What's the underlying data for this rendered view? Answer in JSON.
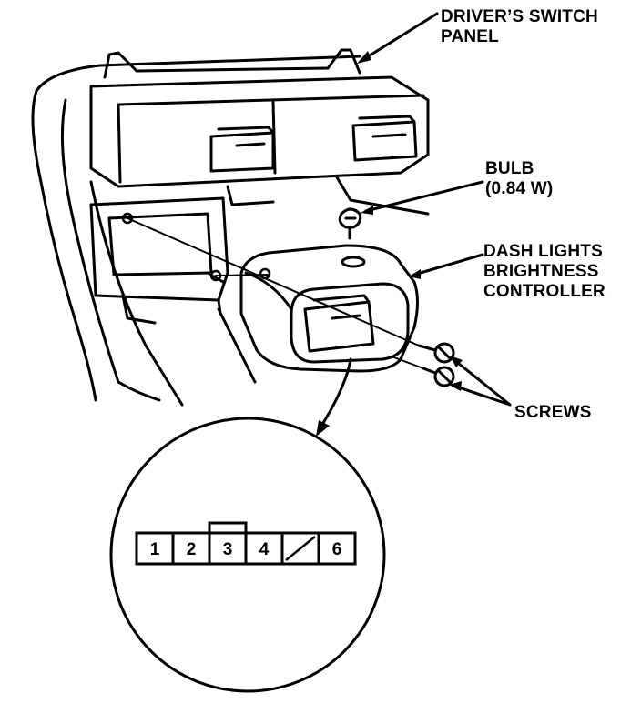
{
  "labels": {
    "drivers_switch_panel": [
      "DRIVER’S SWITCH",
      "PANEL"
    ],
    "bulb": [
      "BULB",
      "(0.84 W)"
    ],
    "dash_lights_controller": [
      "DASH LIGHTS",
      "BRIGHTNESS",
      "CONTROLLER"
    ],
    "screws": "SCREWS"
  },
  "connector": {
    "pins": [
      "1",
      "2",
      "3",
      "4",
      "",
      "6"
    ],
    "pin5_state": "unused (diagonal slash)"
  }
}
